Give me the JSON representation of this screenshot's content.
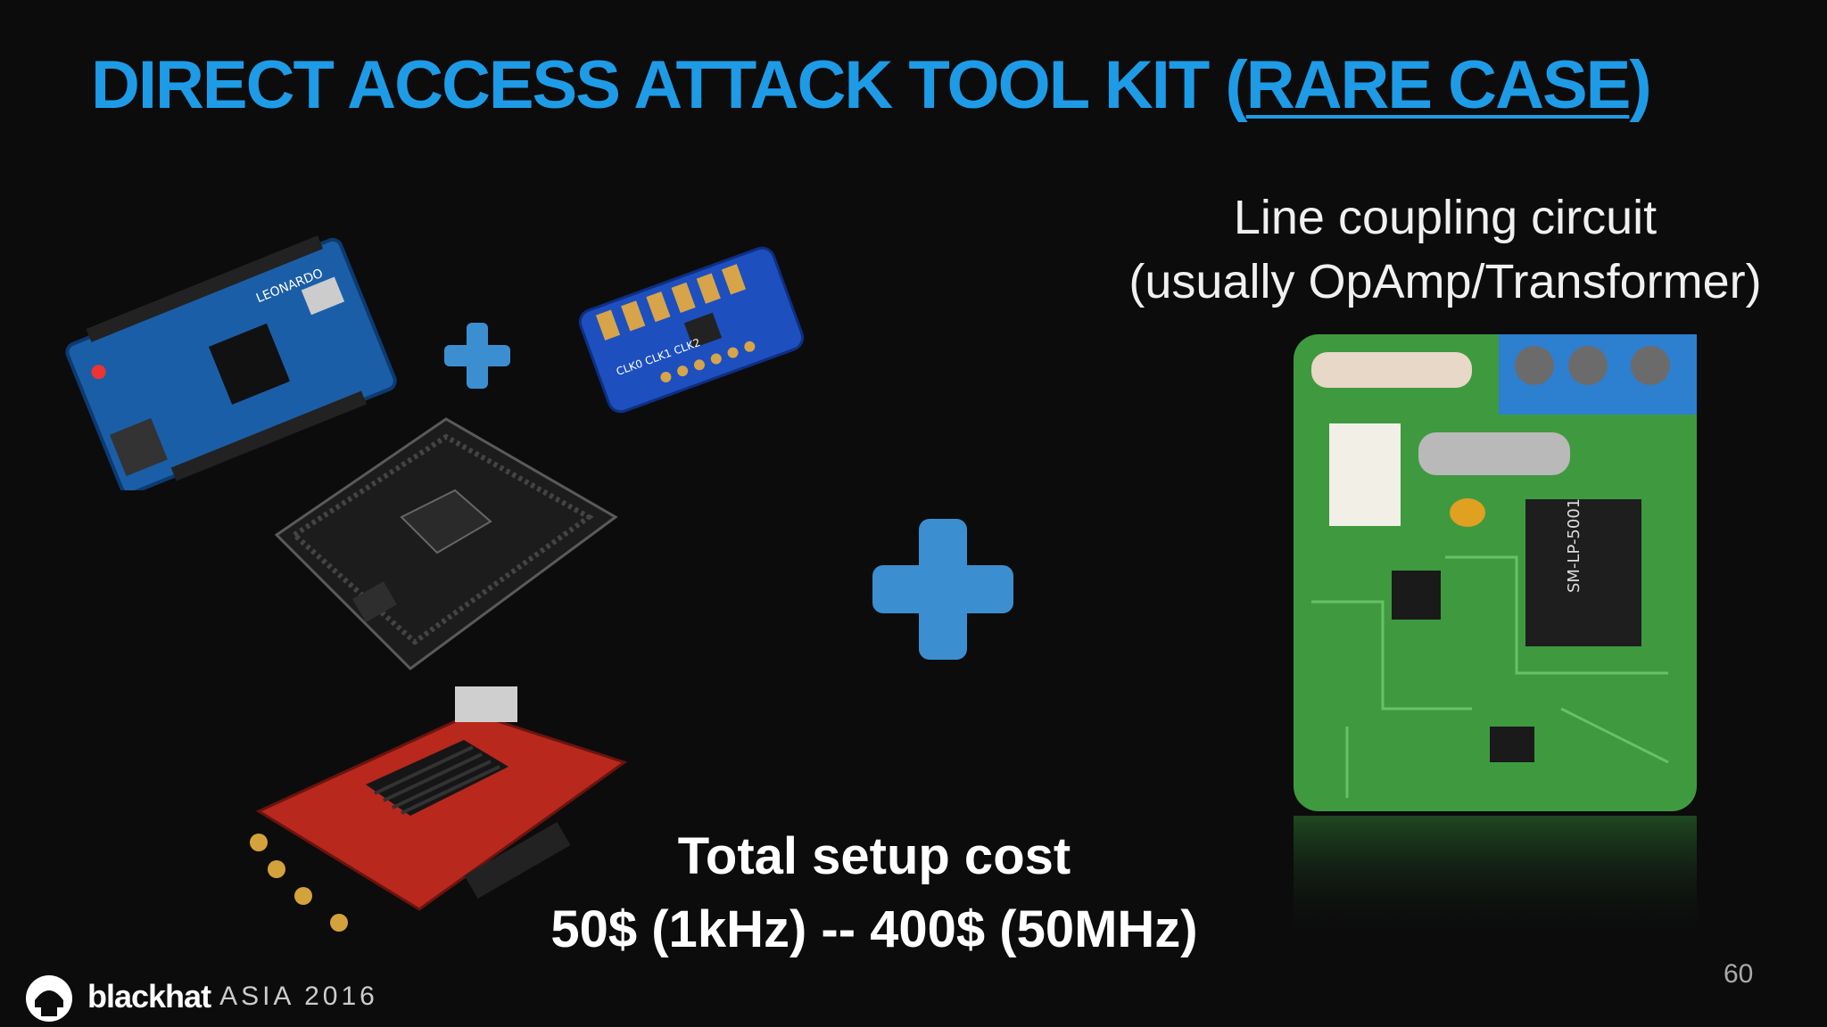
{
  "slide": {
    "title_main": "DIRECT ACCESS ATTACK TOOL KIT (",
    "title_underlined": "RARE CASE",
    "title_close": ")",
    "circuit_caption_line1": "Line coupling circuit",
    "circuit_caption_line2": "(usually OpAmp/Transformer)",
    "cost_line1": "Total setup cost",
    "cost_line2": "50$ (1kHz) -- 400$ (50MHz)",
    "page_number": "60"
  },
  "footer": {
    "brand": "blackhat",
    "event": "ASIA 2016"
  },
  "boards": {
    "arduino_label": "LEONARDO",
    "clockgen_label": "CLK0 CLK1 CLK2",
    "transformer_label": "SM-LP-5001"
  },
  "colors": {
    "accent": "#1e9be6",
    "plus": "#3b8fd0",
    "background": "#0c0c0c"
  }
}
